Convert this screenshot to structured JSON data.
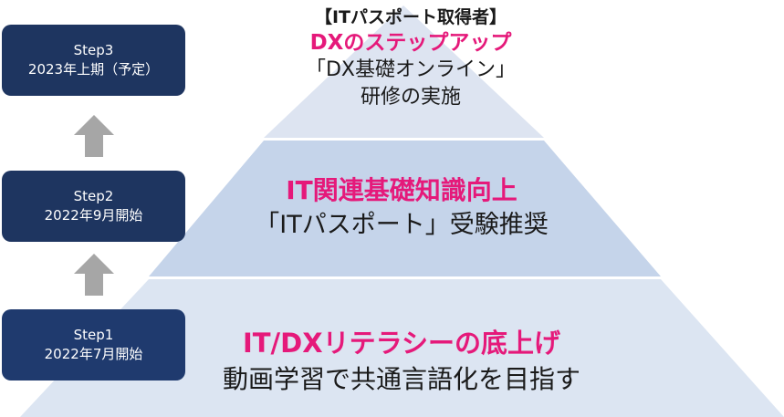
{
  "steps": {
    "step3": {
      "title": "Step3",
      "subtitle": "2023年上期（予定）"
    },
    "step2": {
      "title": "Step2",
      "subtitle": "2022年9月開始"
    },
    "step1": {
      "title": "Step1",
      "subtitle": "2022年7月開始"
    }
  },
  "tiers": {
    "top": {
      "line1": "【ITパスポート取得者】",
      "line2": "DXのステップアップ",
      "line3": "「DX基礎オンライン」",
      "line4": "研修の実施"
    },
    "middle": {
      "line1": "IT関連基礎知識向上",
      "line2": "「ITパスポート」受験推奨"
    },
    "bottom": {
      "line1": "IT/DXリテラシーの底上げ",
      "line2": "動画学習で共通言語化を目指す"
    }
  },
  "colors": {
    "accent": "#e5197a",
    "step_box": "#1e3560",
    "pyramid_top": "#dde4f1",
    "pyramid_middle": "#c5d4ea",
    "pyramid_bottom": "#dce5f2",
    "arrow": "#a6a6a6"
  }
}
